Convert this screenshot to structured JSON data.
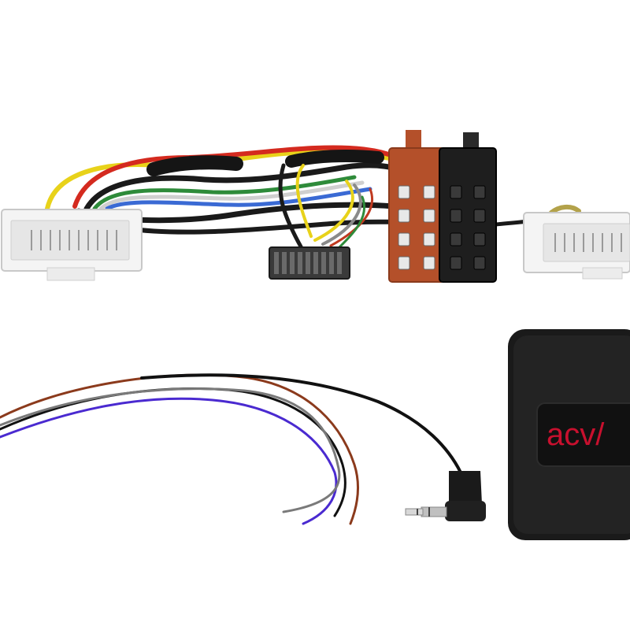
{
  "product": {
    "brand_logo_text": "acv/",
    "colors": {
      "background": "#ffffff",
      "connector_white": "#f2f2f2",
      "iso_brown": "#b4502a",
      "iso_black": "#1e1e1e",
      "module_body": "#1a1a1a",
      "logo_red": "#c8102e"
    },
    "parts": [
      "white-harness-connector-left",
      "white-harness-connector-right",
      "iso-connector-brown",
      "iso-connector-black",
      "ribbon-plug",
      "loose-wires",
      "jack-plug-3-5mm",
      "interface-module"
    ]
  }
}
